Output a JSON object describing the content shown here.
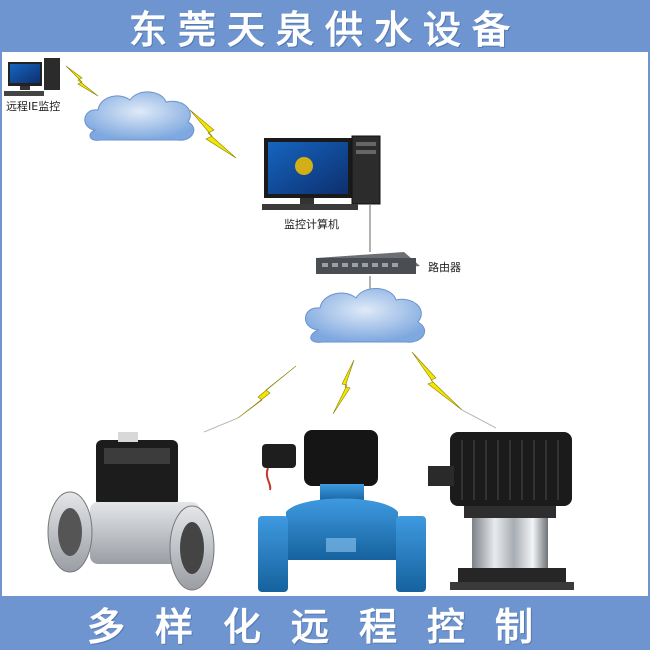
{
  "header": {
    "title": "东莞天泉供水设备"
  },
  "footer": {
    "slogan": "多样化远程控制"
  },
  "nodes": {
    "remote_monitor": "远程IE监控",
    "monitor_computer": "监控计算机",
    "router": "路由器"
  },
  "colors": {
    "banner": "#6e95cf",
    "lightning": "#f2e600",
    "cloud": "#7ea8df",
    "valve_blue": "#1f7fc6"
  }
}
